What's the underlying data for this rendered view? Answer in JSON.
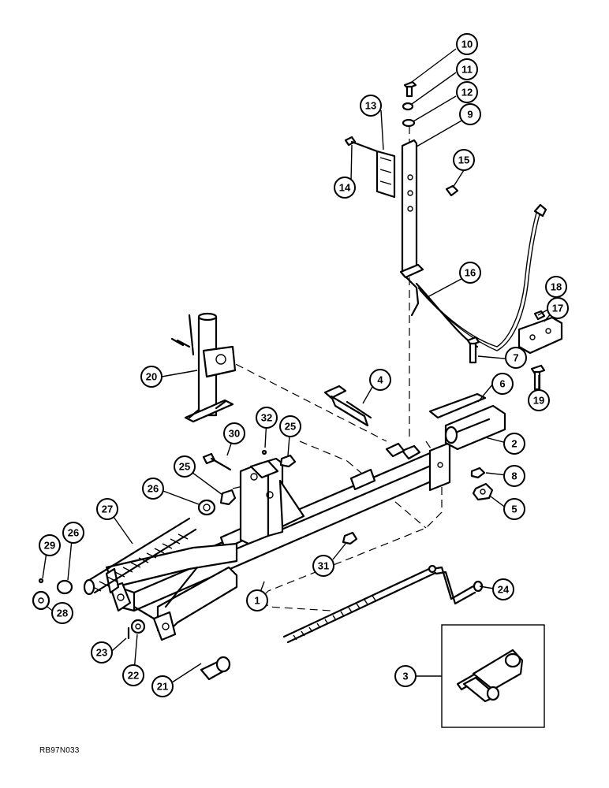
{
  "diagram": {
    "reference_code": "RB97N033",
    "callouts": [
      {
        "label": "1"
      },
      {
        "label": "2"
      },
      {
        "label": "3"
      },
      {
        "label": "4"
      },
      {
        "label": "5"
      },
      {
        "label": "6"
      },
      {
        "label": "7"
      },
      {
        "label": "8"
      },
      {
        "label": "9"
      },
      {
        "label": "10"
      },
      {
        "label": "11"
      },
      {
        "label": "12"
      },
      {
        "label": "13"
      },
      {
        "label": "14"
      },
      {
        "label": "15"
      },
      {
        "label": "16"
      },
      {
        "label": "17"
      },
      {
        "label": "18"
      },
      {
        "label": "19"
      },
      {
        "label": "20"
      },
      {
        "label": "21"
      },
      {
        "label": "22"
      },
      {
        "label": "23"
      },
      {
        "label": "24"
      },
      {
        "label": "25"
      },
      {
        "label": "25"
      },
      {
        "label": "26"
      },
      {
        "label": "26"
      },
      {
        "label": "27"
      },
      {
        "label": "28"
      },
      {
        "label": "29"
      },
      {
        "label": "30"
      },
      {
        "label": "31"
      },
      {
        "label": "32"
      }
    ]
  }
}
